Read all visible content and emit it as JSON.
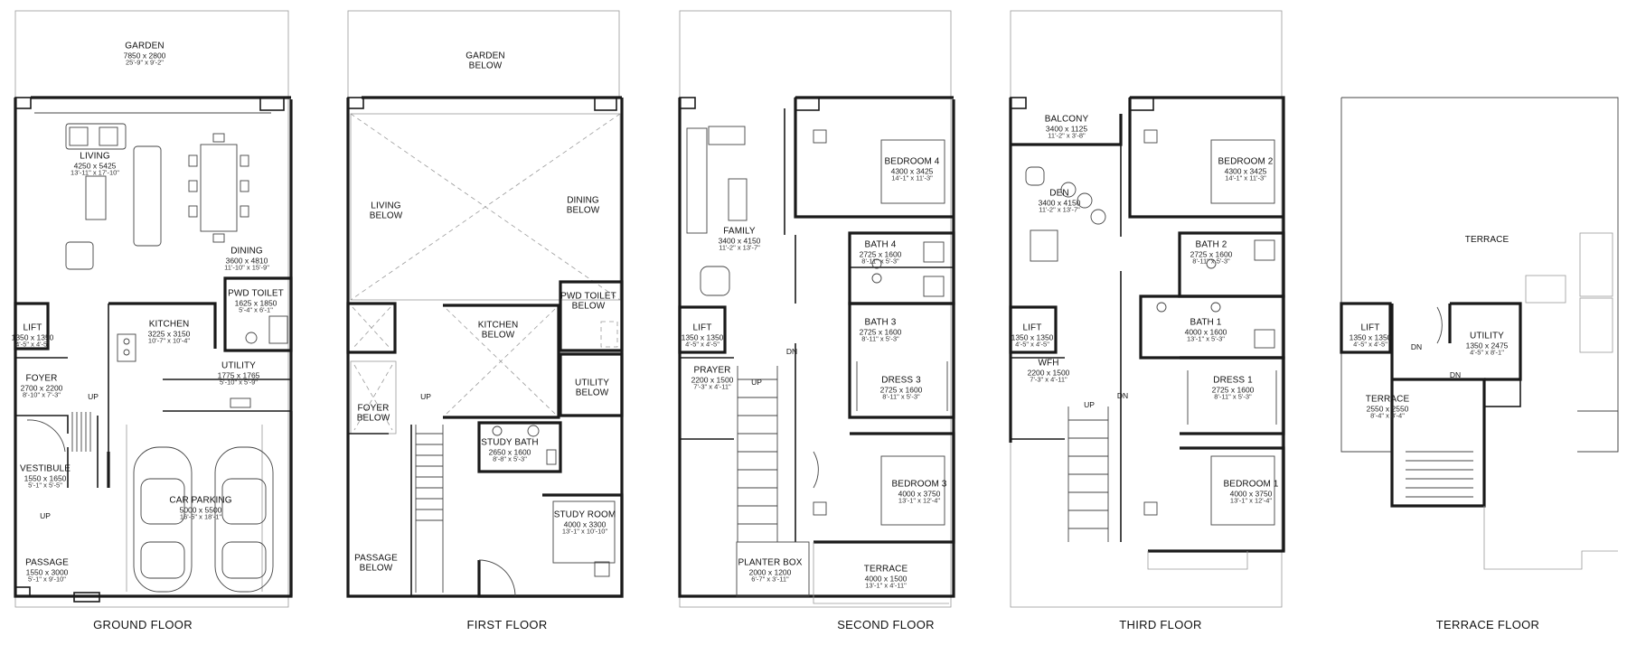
{
  "floors": {
    "ground": {
      "title": "GROUND FLOOR",
      "rooms": {
        "garden": {
          "name": "GARDEN",
          "dim_mm": "7850 x 2800",
          "dim_ft": "25'-9\" x 9'-2\""
        },
        "living": {
          "name": "LIVING",
          "dim_mm": "4250 x 5425",
          "dim_ft": "13'-11\" x 17'-10\""
        },
        "dining": {
          "name": "DINING",
          "dim_mm": "3600 x 4810",
          "dim_ft": "11'-10\" x 15'-9\""
        },
        "pwd_toilet": {
          "name": "PWD TOILET",
          "dim_mm": "1625 x 1850",
          "dim_ft": "5'-4\" x 6'-1\""
        },
        "lift": {
          "name": "LIFT",
          "dim_mm": "1350 x 1350",
          "dim_ft": "4'-5\" x 4'-5\""
        },
        "kitchen": {
          "name": "KITCHEN",
          "dim_mm": "3225 x 3150",
          "dim_ft": "10'-7\" x 10'-4\""
        },
        "utility": {
          "name": "UTILITY",
          "dim_mm": "1775 x 1765",
          "dim_ft": "5'-10\" x 5'-9\""
        },
        "foyer": {
          "name": "FOYER",
          "dim_mm": "2700 x 2200",
          "dim_ft": "8'-10\" x 7'-3\""
        },
        "vestibule": {
          "name": "VESTIBULE",
          "dim_mm": "1550 x 1650",
          "dim_ft": "5'-1\" x 5'-5\""
        },
        "car_parking": {
          "name": "CAR PARKING",
          "dim_mm": "5000 x 5500",
          "dim_ft": "16'-5\" x 18'-1\""
        },
        "passage": {
          "name": "PASSAGE",
          "dim_mm": "1550 x 3000",
          "dim_ft": "5'-1\" x 9'-10\""
        }
      },
      "marks": {
        "up1": "UP",
        "up2": "UP"
      }
    },
    "first": {
      "title": "FIRST FLOOR",
      "rooms": {
        "garden_below": {
          "name1": "GARDEN",
          "name2": "BELOW"
        },
        "living_below": {
          "name1": "LIVING",
          "name2": "BELOW"
        },
        "dining_below": {
          "name1": "DINING",
          "name2": "BELOW"
        },
        "pwd_toilet_below": {
          "name1": "PWD TOILET",
          "name2": "BELOW"
        },
        "kitchen_below": {
          "name1": "KITCHEN",
          "name2": "BELOW"
        },
        "utility_below": {
          "name1": "UTILITY",
          "name2": "BELOW"
        },
        "foyer_below": {
          "name1": "FOYER",
          "name2": "BELOW"
        },
        "study_bath": {
          "name": "STUDY BATH",
          "dim_mm": "2650 x 1600",
          "dim_ft": "8'-8\" x 5'-3\""
        },
        "study_room": {
          "name": "STUDY ROOM",
          "dim_mm": "4000 x 3300",
          "dim_ft": "13'-1\" x 10'-10\""
        },
        "passage_below": {
          "name1": "PASSAGE",
          "name2": "BELOW"
        }
      },
      "marks": {
        "up": "UP"
      }
    },
    "second": {
      "title": "SECOND FLOOR",
      "rooms": {
        "bedroom4": {
          "name": "BEDROOM 4",
          "dim_mm": "4300 x 3425",
          "dim_ft": "14'-1\" x 11'-3\""
        },
        "family": {
          "name": "FAMILY",
          "dim_mm": "3400 x 4150",
          "dim_ft": "11'-2\" x 13'-7\""
        },
        "bath4": {
          "name": "BATH 4",
          "dim_mm": "2725 x 1600",
          "dim_ft": "8'-11\" x 5'-3\""
        },
        "bath3": {
          "name": "BATH 3",
          "dim_mm": "2725 x 1600",
          "dim_ft": "8'-11\" x 5'-3\""
        },
        "lift": {
          "name": "LIFT",
          "dim_mm": "1350 x 1350",
          "dim_ft": "4'-5\" x 4'-5\""
        },
        "prayer": {
          "name": "PRAYER",
          "dim_mm": "2200 x 1500",
          "dim_ft": "7'-3\" x 4'-11\""
        },
        "dress3": {
          "name": "DRESS 3",
          "dim_mm": "2725 x 1600",
          "dim_ft": "8'-11\" x 5'-3\""
        },
        "bedroom3": {
          "name": "BEDROOM 3",
          "dim_mm": "4000 x 3750",
          "dim_ft": "13'-1\" x 12'-4\""
        },
        "planter_box": {
          "name": "PLANTER BOX",
          "dim_mm": "2000 x 1200",
          "dim_ft": "6'-7\" x 3'-11\""
        },
        "terrace": {
          "name": "TERRACE",
          "dim_mm": "4000 x 1500",
          "dim_ft": "13'-1\" x 4'-11\""
        }
      },
      "marks": {
        "up": "UP",
        "dn": "DN"
      }
    },
    "third": {
      "title": "THIRD FLOOR",
      "rooms": {
        "balcony": {
          "name": "BALCONY",
          "dim_mm": "3400 x 1125",
          "dim_ft": "11'-2\" x 3'-8\""
        },
        "bedroom2": {
          "name": "BEDROOM 2",
          "dim_mm": "4300 x 3425",
          "dim_ft": "14'-1\" x 11'-3\""
        },
        "den": {
          "name": "DEN",
          "dim_mm": "3400 x 4150",
          "dim_ft": "11'-2\" x 13'-7\""
        },
        "bath2": {
          "name": "BATH 2",
          "dim_mm": "2725 x 1600",
          "dim_ft": "8'-11\" x 5'-3\""
        },
        "lift": {
          "name": "LIFT",
          "dim_mm": "1350 x 1350",
          "dim_ft": "4'-5\" x 4'-5\""
        },
        "bath1": {
          "name": "BATH 1",
          "dim_mm": "4000 x 1600",
          "dim_ft": "13'-1\" x 5'-3\""
        },
        "wfh": {
          "name": "WFH",
          "dim_mm": "2200 x 1500",
          "dim_ft": "7'-3\" x 4'-11\""
        },
        "dress1": {
          "name": "DRESS 1",
          "dim_mm": "2725 x 1600",
          "dim_ft": "8'-11\" x 5'-3\""
        },
        "bedroom1": {
          "name": "BEDROOM 1",
          "dim_mm": "4000 x 3750",
          "dim_ft": "13'-1\" x 12'-4\""
        }
      },
      "marks": {
        "up": "UP",
        "dn": "DN"
      }
    },
    "terrace": {
      "title": "TERRACE FLOOR",
      "rooms": {
        "terrace_main": {
          "name": "TERRACE"
        },
        "lift": {
          "name": "LIFT",
          "dim_mm": "1350 x 1350",
          "dim_ft": "4'-5\" x 4'-5\""
        },
        "utility": {
          "name": "UTILITY",
          "dim_mm": "1350 x 2475",
          "dim_ft": "4'-5\" x 8'-1\""
        },
        "terrace_small": {
          "name": "TERRACE",
          "dim_mm": "2550 x 2550",
          "dim_ft": "8'-4\" x 8'-4\""
        }
      },
      "marks": {
        "dn1": "DN",
        "dn2": "DN"
      }
    }
  }
}
